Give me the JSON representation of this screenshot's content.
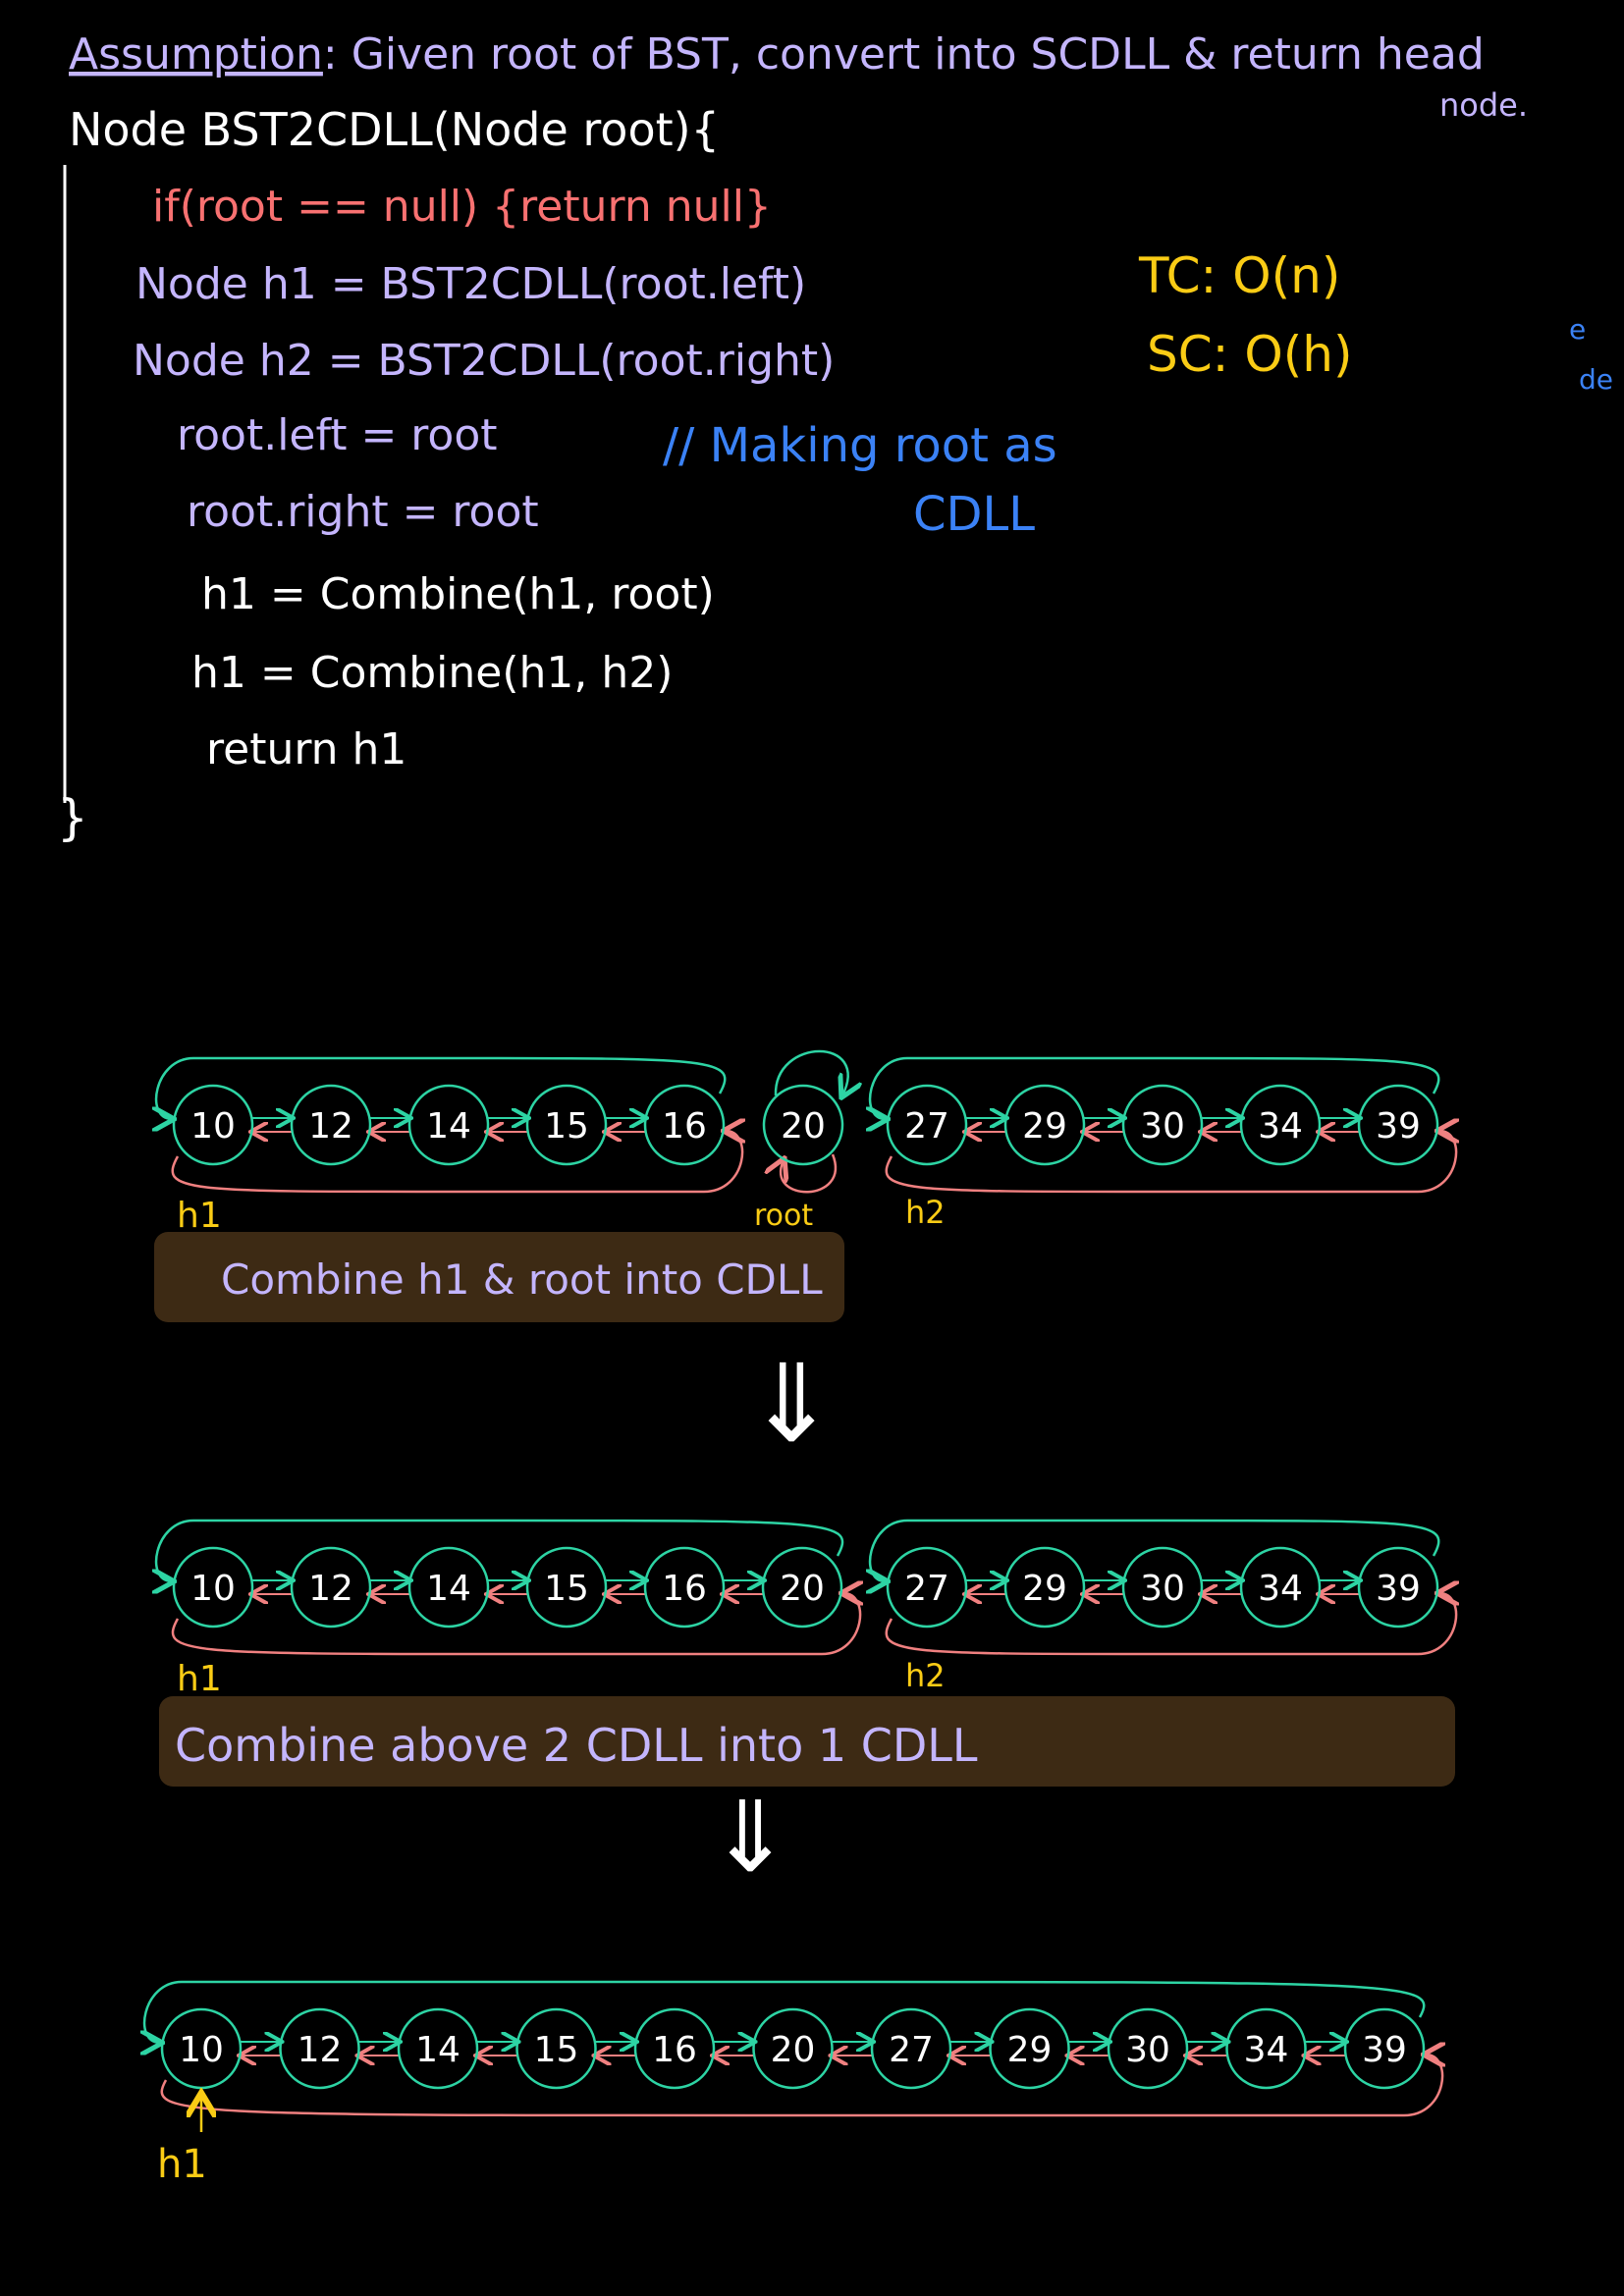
{
  "colors": {
    "background": "#000000",
    "white": "#ffffff",
    "lavender": "#c4b5fd",
    "red": "#f87171",
    "yellow": "#facc15",
    "blue": "#3b82f6",
    "teal": "#2dd4a4",
    "pink": "#f08080",
    "banner": "#3d2a14"
  },
  "header": {
    "assumption_label": "Assumption",
    "assumption_text": ": Given root of BST, convert into SCDLL & return head",
    "assumption_tail": "node."
  },
  "code": {
    "signature": "Node  BST2CDLL(Node root){",
    "base_case": "if(root == null) {return  null}",
    "line_h1": "Node h1 = BST2CDLL(root.left)",
    "line_h2": "Node h2 = BST2CDLL(root.right)",
    "line_left": "root.left = root",
    "line_right": "root.right = root",
    "comment_1": "// Making  root  as",
    "comment_2": "CDLL",
    "combine_1": "h1 = Combine(h1, root)",
    "combine_2": "h1 = Combine(h1, h2)",
    "return_line": "return  h1",
    "close_brace": "}"
  },
  "complexity": {
    "tc": "TC: O(n)",
    "sc": "SC: O(h)"
  },
  "margin_fragments": {
    "top": "e",
    "bottom": "de"
  },
  "diagram_1": {
    "left_list": [
      "10",
      "12",
      "14",
      "15",
      "16"
    ],
    "root_node": "20",
    "right_list": [
      "27",
      "29",
      "30",
      "34",
      "39"
    ],
    "label_left": "h1",
    "label_root": "root",
    "label_right": "h2",
    "banner": "Combine  h1  &  root  into  CDLL"
  },
  "diagram_2": {
    "left_list": [
      "10",
      "12",
      "14",
      "15",
      "16",
      "20"
    ],
    "right_list": [
      "27",
      "29",
      "30",
      "34",
      "39"
    ],
    "label_left": "h1",
    "label_right": "h2",
    "banner": "Combine  above  2  CDLL  into  1  CDLL"
  },
  "diagram_3": {
    "list": [
      "10",
      "12",
      "14",
      "15",
      "16",
      "20",
      "27",
      "29",
      "30",
      "34",
      "39"
    ],
    "label_head": "h1"
  },
  "arrows": {
    "down": "⇓"
  }
}
